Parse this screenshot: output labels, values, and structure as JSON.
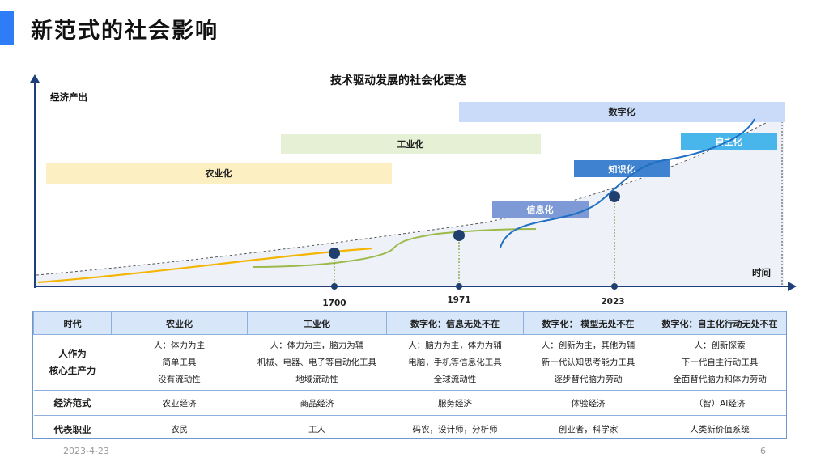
{
  "page": {
    "title": "新范式的社会影响",
    "date": "2023-4-23",
    "page_number": "6"
  },
  "diagram": {
    "title": "技术驱动发展的社会化更迭",
    "y_axis_label": "经济产出",
    "x_axis_label": "时间",
    "stages": {
      "agri": "农业化",
      "industry": "工业化",
      "digital": "数字化",
      "info": "信息化",
      "knowledge": "知识化",
      "autonomous": "自主化"
    },
    "milestones": [
      "1700",
      "1971",
      "2023"
    ],
    "colors": {
      "axis": "#1f3f7a",
      "agri_band": "#fcefc1",
      "industry_band": "#e6f0d5",
      "digital_band": "#c9dbf8",
      "info_box": "#7d9ad6",
      "knowledge_box": "#3f82cf",
      "autonomous_box": "#48b6ea",
      "agri_curve": "#f4b400",
      "industry_curve": "#9cba4a",
      "digital_curve": "#1f6fc2",
      "milestone_dot": "#1f3f6f"
    }
  },
  "table": {
    "headers": [
      "时代",
      "农业化",
      "工业化",
      "数字化：信息无处不在",
      "数字化： 模型无处不在",
      "数字化：自主化行动无处不在"
    ],
    "rows": [
      {
        "label_line1": "人作为",
        "label_line2": "核心生产力",
        "cells": [
          [
            "人：体力为主",
            "简单工具",
            "没有流动性"
          ],
          [
            "人：体力为主，脑力为辅",
            "机械、电器、电子等自动化工具",
            "地域流动性"
          ],
          [
            "人：脑力为主，体力为辅",
            "电脑，手机等信息化工具",
            "全球流动性"
          ],
          [
            "人：创新为主，其他为辅",
            "新一代认知思考能力工具",
            "逐步替代脑力劳动"
          ],
          [
            "人：创新探索",
            "下一代自主行动工具",
            "全面替代脑力和体力劳动"
          ]
        ]
      },
      {
        "label": "经济范式",
        "cells": [
          "农业经济",
          "商品经济",
          "服务经济",
          "体验经济",
          "（智）AI经济"
        ]
      },
      {
        "label": "代表职业",
        "cells": [
          "农民",
          "工人",
          "码农，设计师，分析师",
          "创业者，科学家",
          "人类新价值系统"
        ]
      }
    ]
  }
}
